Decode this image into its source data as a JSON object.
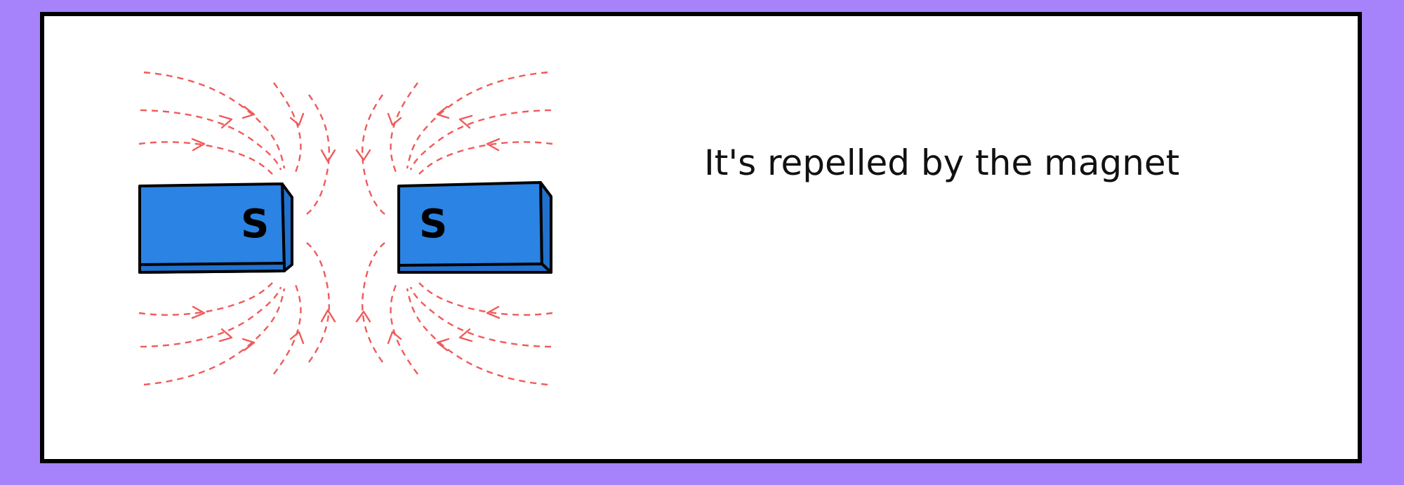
{
  "caption": "It's repelled by the magnet",
  "magnets": [
    {
      "pole_label": "S",
      "color": "#2b83e3"
    },
    {
      "pole_label": "S",
      "color": "#2b83e3"
    }
  ],
  "colors": {
    "background": "#a682fb",
    "card": "#ffffff",
    "border": "#000000",
    "field_lines": "#f05a5a"
  }
}
